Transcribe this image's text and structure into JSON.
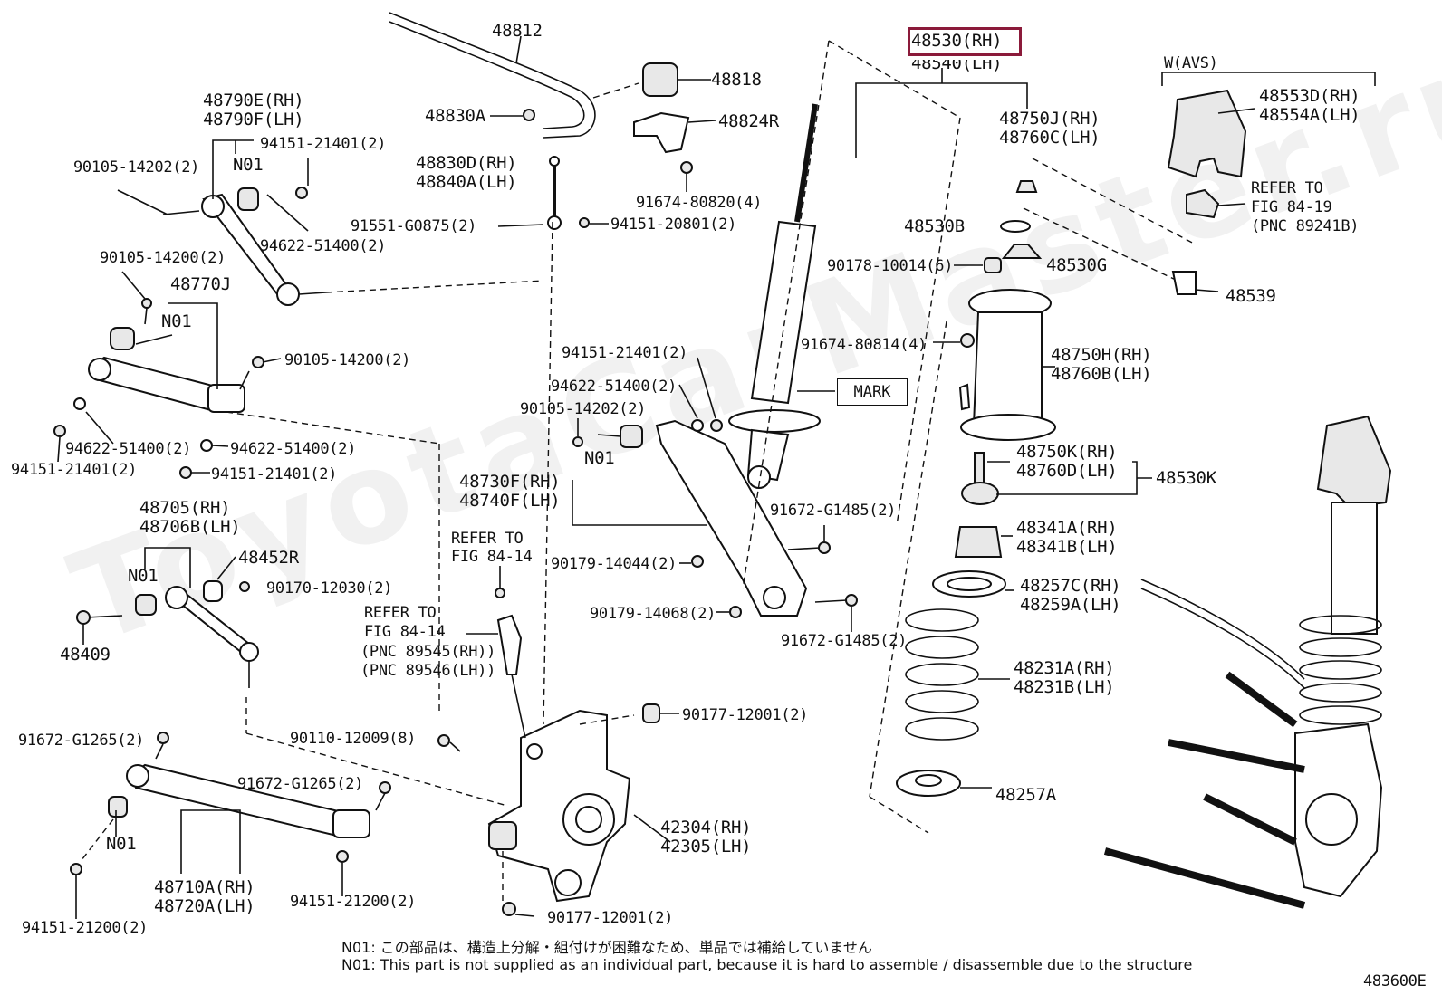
{
  "watermark": "ToyotaCarMaster.ru",
  "highlighted_part": "48530(RH)",
  "labels": {
    "p48812": "48812",
    "p48818": "48818",
    "p48824R": "48824R",
    "p48830A": "48830A",
    "p48830D_RH": "48830D(RH)",
    "p48840A_LH": "48840A(LH)",
    "p91674_80820": "91674-80820(4)",
    "p91551": "91551-G0875(2)",
    "p94151_20801": "94151-20801(2)",
    "p48790E_RH": "48790E(RH)",
    "p48790F_LH": "48790F(LH)",
    "p94151_21401_a": "94151-21401(2)",
    "n01_a": "N01",
    "p90105_14202_a": "90105-14202(2)",
    "p94622_51400_a": "94622-51400(2)",
    "p90105_14200_a": "90105-14200(2)",
    "p48770J": "48770J",
    "n01_b": "N01",
    "p90105_14200_b": "90105-14200(2)",
    "p94622_51400_b": "94622-51400(2)",
    "p94622_51400_c": "94622-51400(2)",
    "p94151_21401_b": "94151-21401(2)",
    "p94151_21401_c": "94151-21401(2)",
    "p48705_RH": "48705(RH)",
    "p48706B_LH": "48706B(LH)",
    "n01_c": "N01",
    "p48452R": "48452R",
    "p90170_12030": "90170-12030(2)",
    "p48409": "48409",
    "p91672_G1265_a": "91672-G1265(2)",
    "p91672_G1265_b": "91672-G1265(2)",
    "n01_d": "N01",
    "p48710A_RH": "48710A(RH)",
    "p48720A_LH": "48720A(LH)",
    "p94151_21200_a": "94151-21200(2)",
    "p94151_21200_b": "94151-21200(2)",
    "p90110_12009": "90110-12009(8)",
    "p42304_RH": "42304(RH)",
    "p42305_LH": "42305(LH)",
    "p90177_12001_a": "90177-12001(2)",
    "p90177_12001_b": "90177-12001(2)",
    "refer_to_a": "REFER TO",
    "fig_84_14_a": "FIG 84-14",
    "refer_to_b": "REFER TO",
    "fig_84_14_b": "FIG 84-14",
    "pnc_89545": "(PNC 89545(RH))",
    "pnc_89546": "(PNC 89546(LH))",
    "p94151_21401_d": "94151-21401(2)",
    "p94622_51400_d": "94622-51400(2)",
    "p90105_14202_b": "90105-14202(2)",
    "n01_e": "N01",
    "p48730F_RH": "48730F(RH)",
    "p48740F_LH": "48740F(LH)",
    "p90179_14044": "90179-14044(2)",
    "p90179_14068": "90179-14068(2)",
    "p91672_G1485_a": "91672-G1485(2)",
    "p91672_G1485_b": "91672-G1485(2)",
    "mark": "MARK",
    "p48530_RH": "48530(RH)",
    "p48540_LH": "48540(LH)",
    "p48750J_RH": "48750J(RH)",
    "p48760C_LH": "48760C(LH)",
    "p48530B": "48530B",
    "p90178_10014": "90178-10014(6)",
    "p48530G": "48530G",
    "p91674_80814": "91674-80814(4)",
    "p48750H_RH": "48750H(RH)",
    "p48760B_LH": "48760B(LH)",
    "p48750K_RH": "48750K(RH)",
    "p48760D_LH": "48760D(LH)",
    "p48530K": "48530K",
    "p48341A_RH": "48341A(RH)",
    "p48341B_LH": "48341B(LH)",
    "p48257C_RH": "48257C(RH)",
    "p48259A_LH": "48259A(LH)",
    "p48231A_RH": "48231A(RH)",
    "p48231B_LH": "48231B(LH)",
    "p48257A": "48257A",
    "w_avs": "W(AVS)",
    "p48553D_RH": "48553D(RH)",
    "p48554A_LH": "48554A(LH)",
    "refer_to_c": "REFER TO",
    "fig_84_19": "FIG 84-19",
    "pnc_89241B": "(PNC 89241B)",
    "p48539": "48539"
  },
  "notes": {
    "jp": "N01: この部品は、構造上分解・組付けが困難なため、単品では補給していません",
    "en": "N01: This part is not supplied as an individual part, because it is hard to assemble / disassemble due to the structure"
  },
  "figure_code": "483600E"
}
